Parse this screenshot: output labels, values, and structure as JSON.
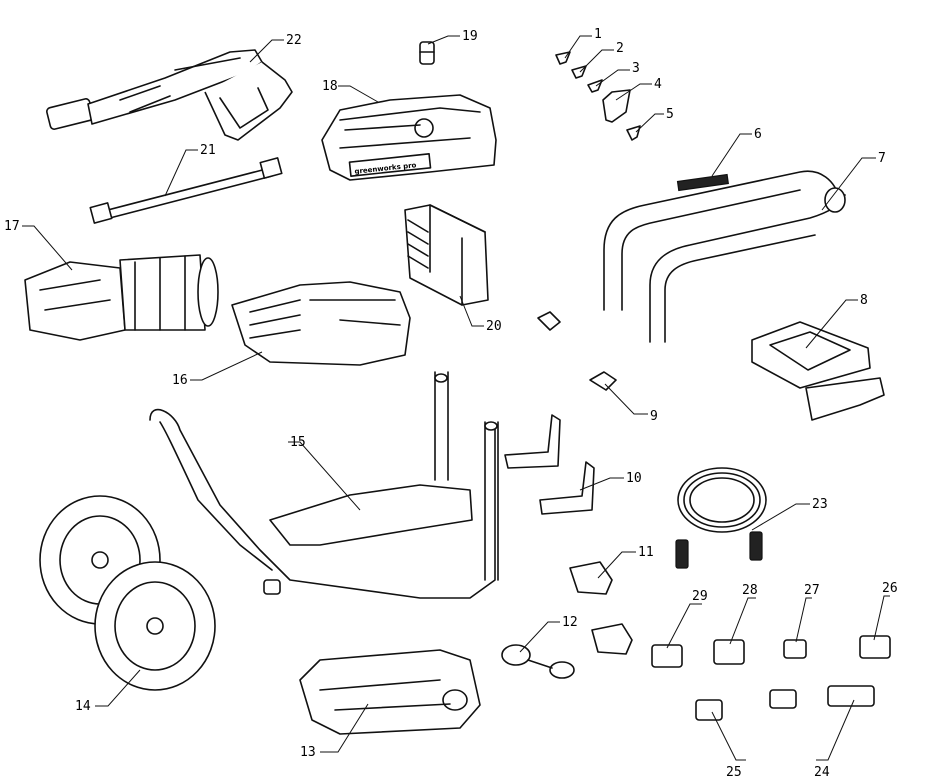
{
  "diagram": {
    "callouts": [
      "1",
      "2",
      "3",
      "4",
      "5",
      "6",
      "7",
      "8",
      "9",
      "10",
      "11",
      "12",
      "13",
      "14",
      "15",
      "16",
      "17",
      "18",
      "19",
      "20",
      "21",
      "22",
      "23",
      "24",
      "25",
      "26",
      "27",
      "28",
      "29"
    ],
    "logo_text": "greenworks pro"
  }
}
